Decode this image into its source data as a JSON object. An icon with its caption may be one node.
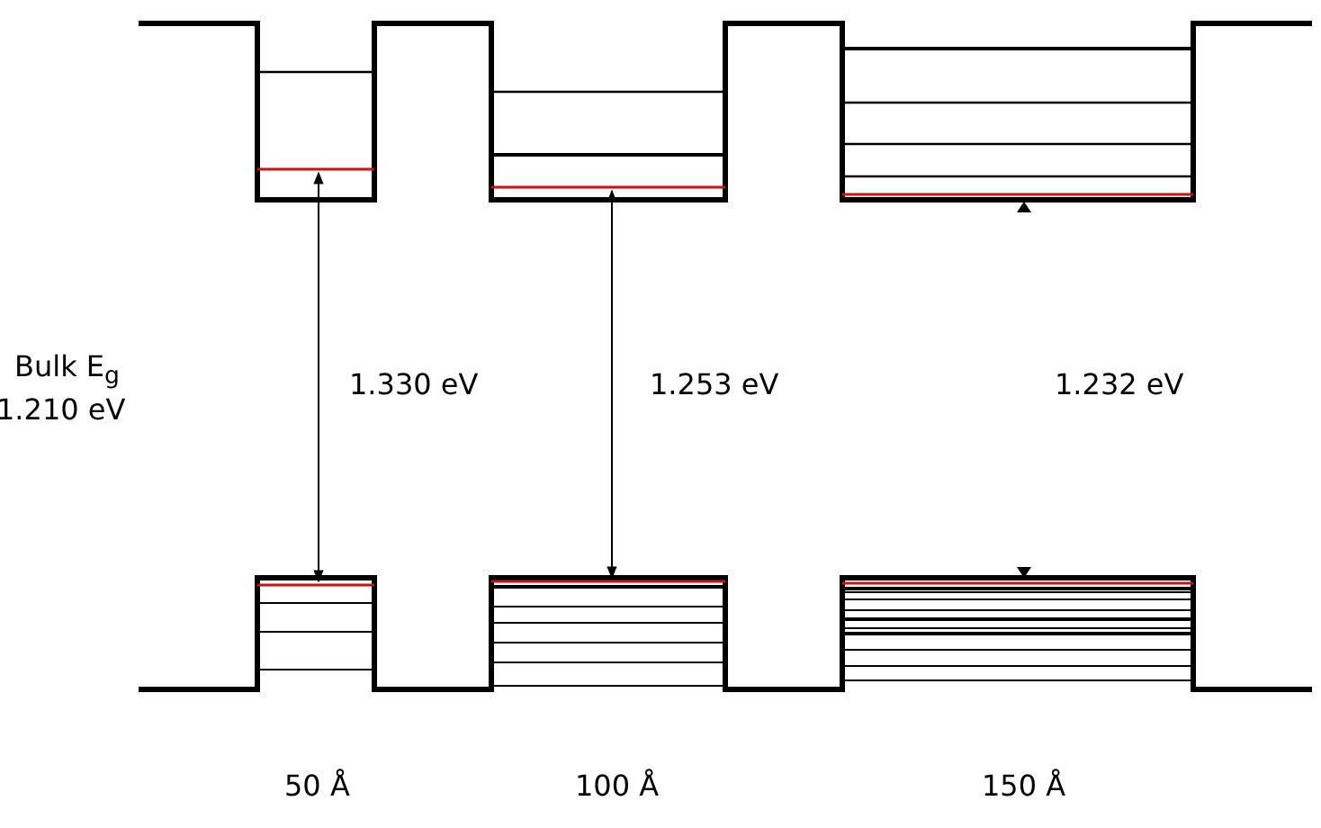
{
  "diagram": {
    "labels": [
      "Bulk E$_{g}$",
      "1.210 eV",
      "1.330 eV",
      "1.253 eV",
      "1.232 eV",
      "50 Å",
      "100 Å",
      "150 Å"
    ]
  }
}
